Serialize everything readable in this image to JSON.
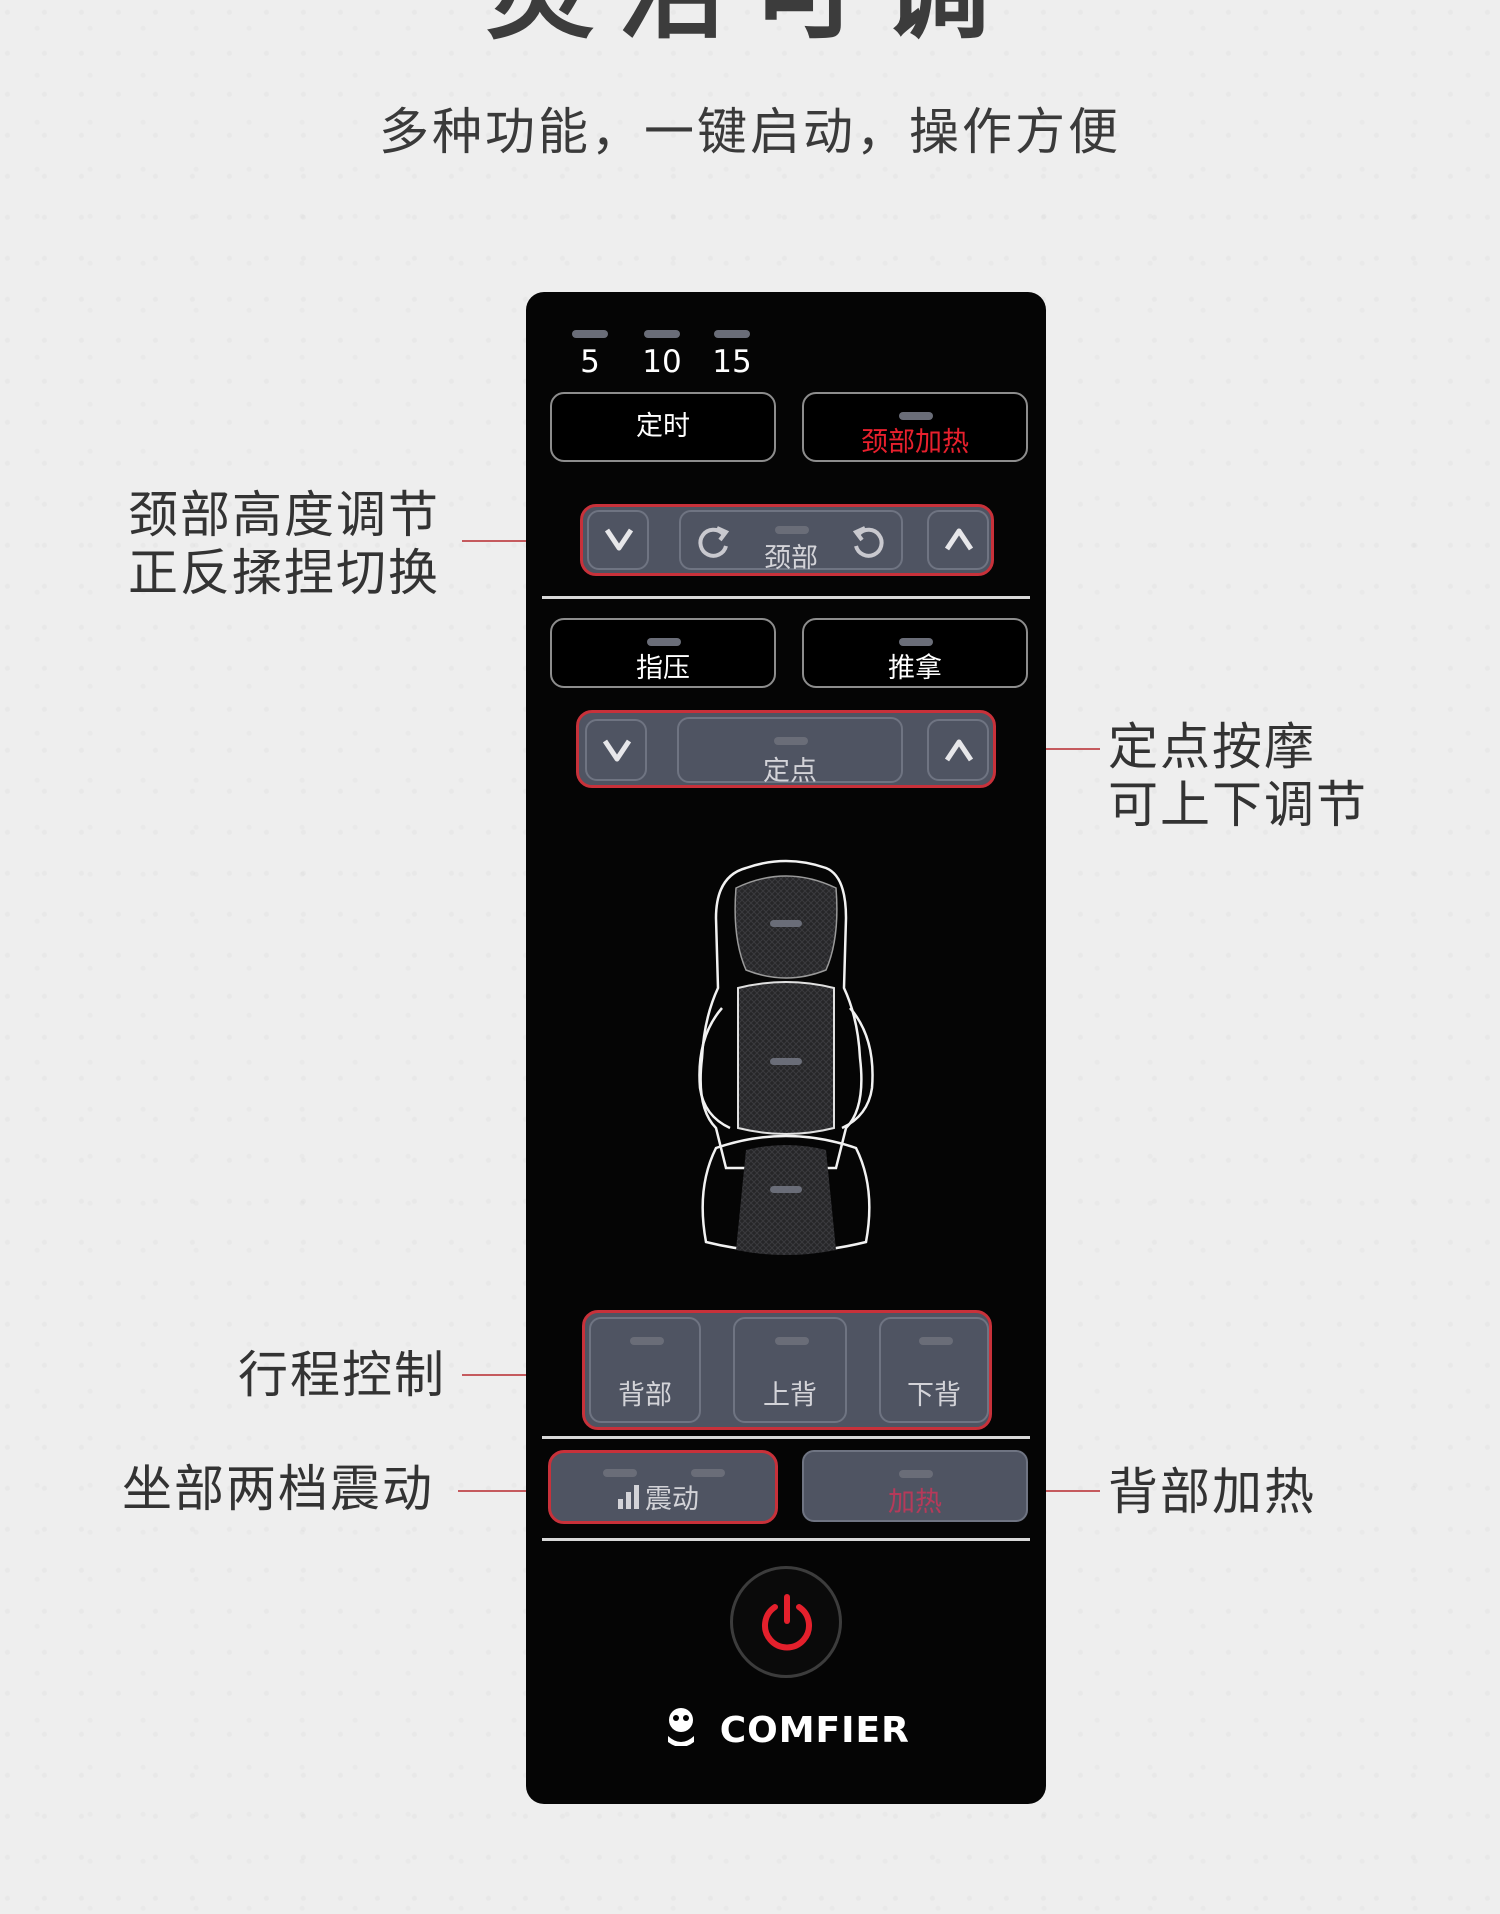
{
  "header": {
    "headline": "灵活可调",
    "subtitle": "多种功能，一键启动，操作方便"
  },
  "callouts": {
    "neck_line1": "颈部高度调节",
    "neck_line2": "正反揉捏切换",
    "spot_line1": "定点按摩",
    "spot_line2": "可上下调节",
    "stroke": "行程控制",
    "vibrate": "坐部两档震动",
    "back_heat": "背部加热"
  },
  "remote": {
    "timer_values": [
      "5",
      "10",
      "15"
    ],
    "timer_label": "定时",
    "neck_heat_label": "颈部加热",
    "neck_label": "颈部",
    "shiatsu_label": "指压",
    "push_label": "推拿",
    "spot_label": "定点",
    "zone_back": "背部",
    "zone_upper": "上背",
    "zone_lower": "下背",
    "vibrate_label": "震动",
    "heat_label": "加热",
    "brand": "COMFIER"
  },
  "colors": {
    "accent_red": "#c8313a",
    "remote_body": "#050505",
    "button_fill": "#4f5462",
    "callout_line": "#c55a5e"
  },
  "icons": [
    "chevron-down-icon",
    "chevron-up-icon",
    "rotate-ccw-icon",
    "rotate-cw-icon",
    "seat-icon",
    "signal-bars-icon",
    "power-icon",
    "brand-logo-icon"
  ]
}
